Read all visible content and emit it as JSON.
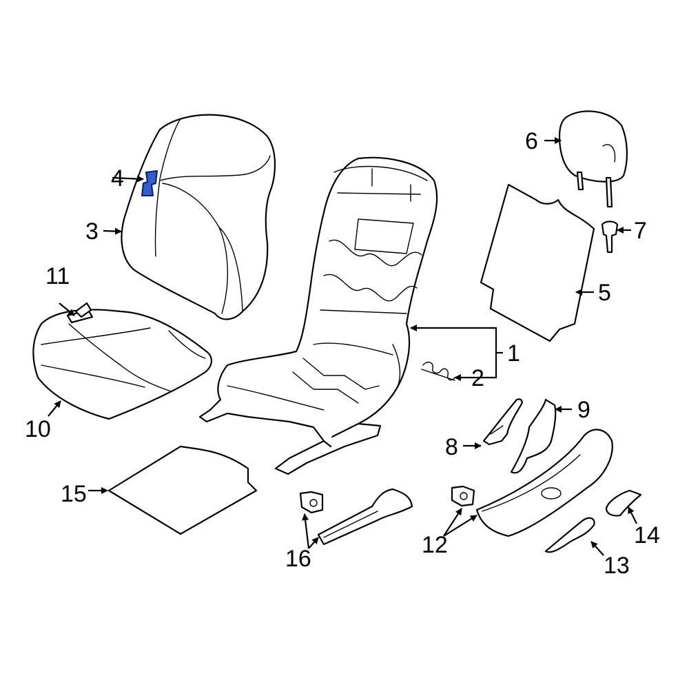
{
  "diagram": {
    "callouts": [
      {
        "id": "c1",
        "label": "1"
      },
      {
        "id": "c2",
        "label": "2"
      },
      {
        "id": "c3",
        "label": "3"
      },
      {
        "id": "c4",
        "label": "4"
      },
      {
        "id": "c5",
        "label": "5"
      },
      {
        "id": "c6",
        "label": "6"
      },
      {
        "id": "c7",
        "label": "7"
      },
      {
        "id": "c8",
        "label": "8"
      },
      {
        "id": "c9",
        "label": "9"
      },
      {
        "id": "c10",
        "label": "10"
      },
      {
        "id": "c11",
        "label": "11"
      },
      {
        "id": "c12",
        "label": "12"
      },
      {
        "id": "c13",
        "label": "13"
      },
      {
        "id": "c14",
        "label": "14"
      },
      {
        "id": "c15",
        "label": "15"
      },
      {
        "id": "c16",
        "label": "16"
      }
    ],
    "highlighted_callout": "4",
    "colors": {
      "line": "#000000",
      "background": "#ffffff",
      "highlight": "#2e5fd0"
    }
  }
}
